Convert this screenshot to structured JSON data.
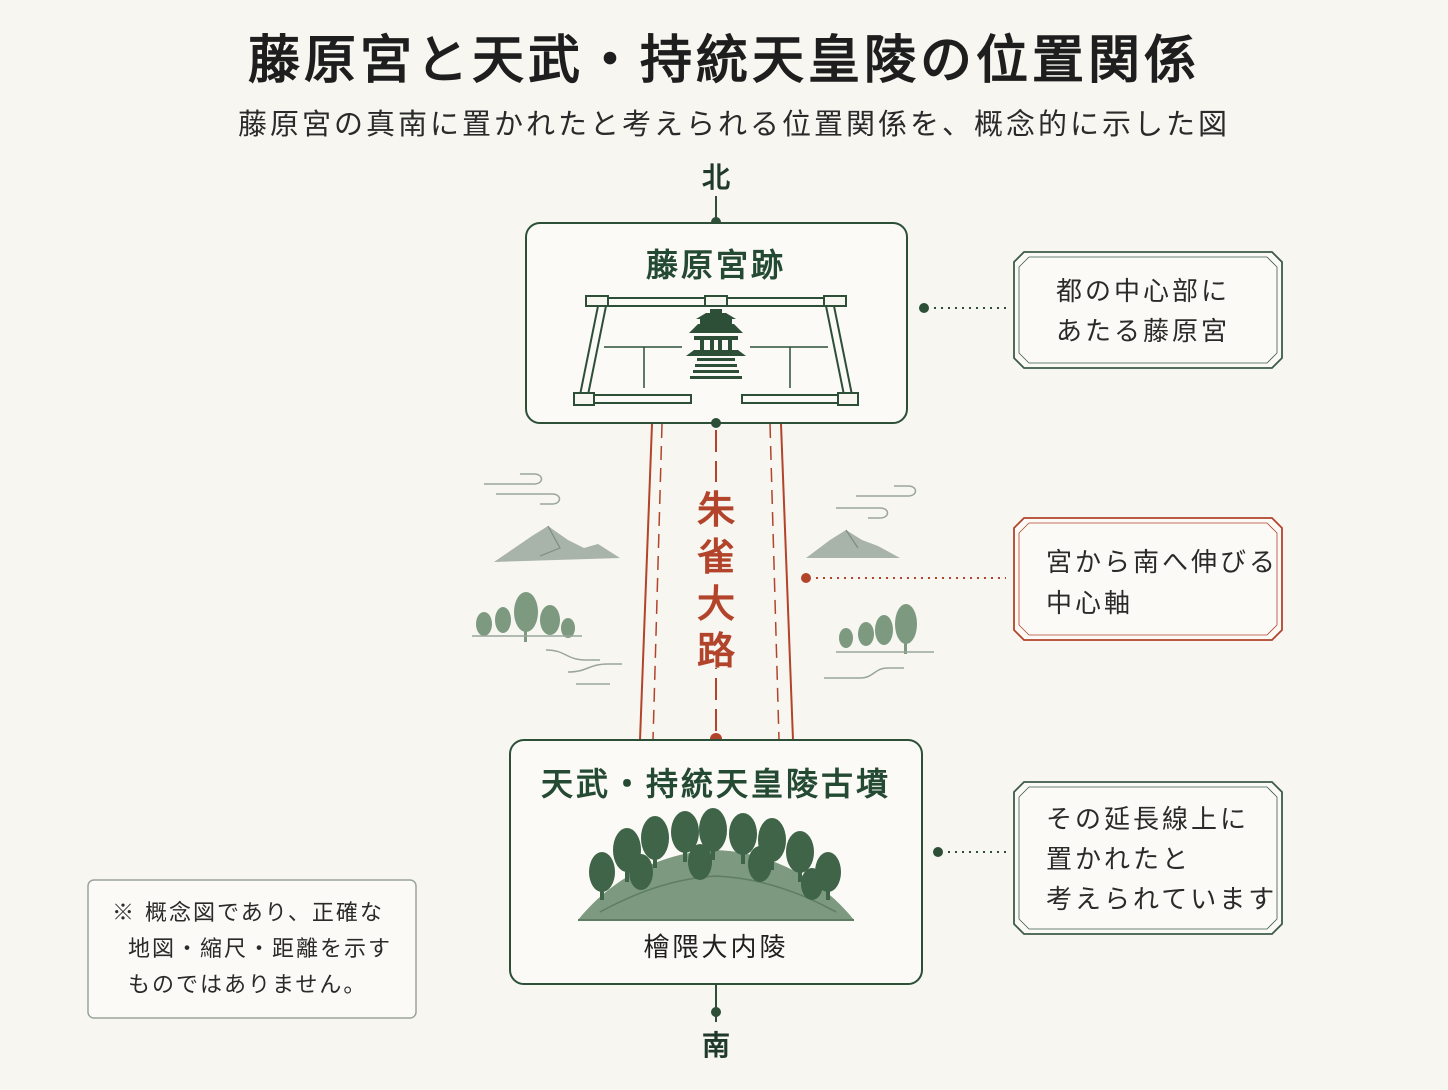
{
  "title": "藤原宮と天武・持統天皇陵の位置関係",
  "subtitle": "藤原宮の真南に置かれたと考えられる位置関係を、概念的に示した図",
  "directions": {
    "north": "北",
    "south": "南"
  },
  "palace": {
    "title": "藤原宮跡"
  },
  "road": {
    "label": "朱雀大路",
    "chars": [
      "朱",
      "雀",
      "大",
      "路"
    ]
  },
  "tomb": {
    "title": "天武・持統天皇陵古墳",
    "caption": "檜隈大内陵"
  },
  "notes": [
    {
      "lines": [
        "都の中心部に",
        "あたる藤原宮"
      ]
    },
    {
      "lines": [
        "宮から南へ伸びる",
        "中心軸"
      ]
    },
    {
      "lines": [
        "その延長線上に",
        "置かれたと",
        "考えられています"
      ]
    }
  ],
  "disclaimer": {
    "lines": [
      "※ 概念図であり、正確な",
      "地図・縮尺・距離を示す",
      "ものではありません。"
    ]
  },
  "colors": {
    "green": "#2d4f38",
    "red": "#b2442b",
    "background": "#f7f6f1"
  }
}
